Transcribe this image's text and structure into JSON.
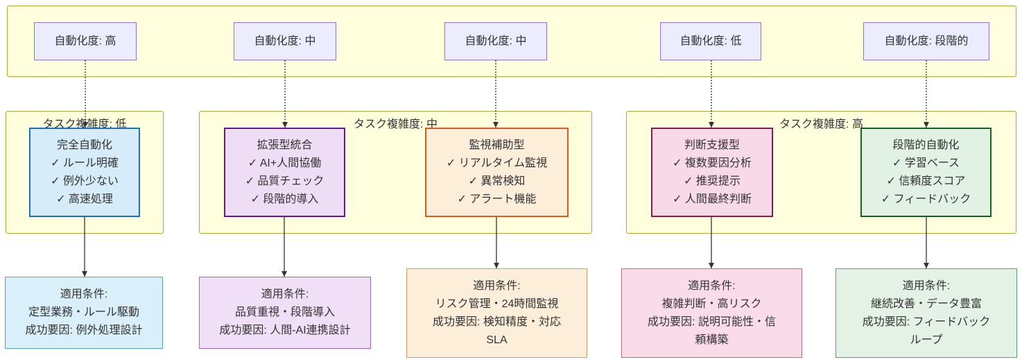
{
  "diagram": {
    "palette": {
      "cluster_fill": "#ffffde",
      "cluster_border": "#aaaa33",
      "top_node_fill": "#ececff",
      "top_node_border": "#9370db",
      "edge_color": "#333333",
      "text_color": "#333333"
    },
    "top_band": {
      "nodes": [
        {
          "label": "自動化度: 高"
        },
        {
          "label": "自動化度: 中"
        },
        {
          "label": "自動化度: 中"
        },
        {
          "label": "自動化度: 低"
        },
        {
          "label": "自動化度: 段階的"
        }
      ]
    },
    "groups": [
      {
        "label": "タスク複雑度: 低"
      },
      {
        "label": "タスク複雑度: 中"
      },
      {
        "label": "タスク複雑度: 高"
      }
    ],
    "middle_nodes": [
      {
        "title": "完全自動化",
        "features": [
          "✓ ルール明確",
          "✓ 例外少ない",
          "✓ 高速処理"
        ],
        "fill": "#d7ecf9",
        "border": "#1c6fb8"
      },
      {
        "title": "拡張型統合",
        "features": [
          "✓ AI+人間協働",
          "✓ 品質チェック",
          "✓ 段階的導入"
        ],
        "fill": "#efddf6",
        "border": "#61199c"
      },
      {
        "title": "監視補助型",
        "features": [
          "✓ リアルタイム監視",
          "✓ 異常検知",
          "✓ アラート機能"
        ],
        "fill": "#fdeeda",
        "border": "#e25a1c"
      },
      {
        "title": "判断支援型",
        "features": [
          "✓ 複数要因分析",
          "✓ 推奨提示",
          "✓ 人間最終判断"
        ],
        "fill": "#f8d9e6",
        "border": "#8c1a4e"
      },
      {
        "title": "段階的自動化",
        "features": [
          "✓ 学習ベース",
          "✓ 信頼度スコア",
          "✓ フィードバック"
        ],
        "fill": "#e1f1e4",
        "border": "#195e27"
      }
    ],
    "bottom_nodes": [
      {
        "lines": [
          "適用条件:",
          "定型業務・ルール駆動",
          "成功要因: 例外処理設計"
        ],
        "fill": "#d9f0fa",
        "border": "#5a9fc4"
      },
      {
        "lines": [
          "適用条件:",
          "品質重視・段階導入",
          "成功要因: 人間-AI連携設計"
        ],
        "fill": "#f0dff7",
        "border": "#9a63b8"
      },
      {
        "lines": [
          "適用条件:",
          "リスク管理・24時間監視",
          "成功要因: 検知精度・対応",
          "SLA"
        ],
        "fill": "#fdeeda",
        "border": "#dd9763"
      },
      {
        "lines": [
          "適用条件:",
          "複雑判断・高リスク",
          "成功要因: 説明可能性・信",
          "頼構築"
        ],
        "fill": "#f9dce8",
        "border": "#c2688c"
      },
      {
        "lines": [
          "適用条件:",
          "継続改善・データ豊富",
          "成功要因: フィードバック",
          "ループ"
        ],
        "fill": "#e4f2e6",
        "border": "#5f9e6e"
      }
    ]
  }
}
